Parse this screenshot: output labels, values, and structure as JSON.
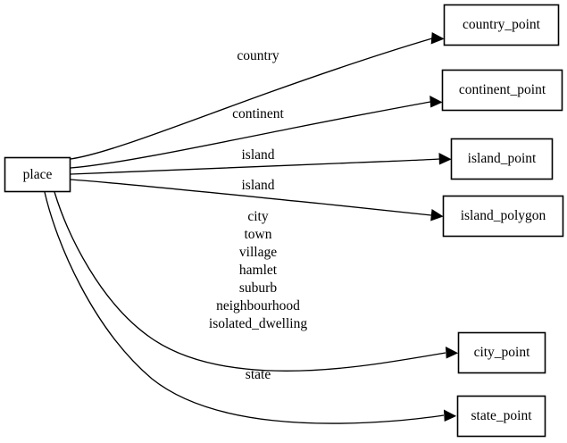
{
  "diagram": {
    "type": "directed-graph",
    "title": "place",
    "background_color": "#ffffff",
    "line_color": "#000000",
    "text_color": "#000000",
    "source_node": {
      "id": "place",
      "label": "place",
      "shape": "box"
    },
    "target_nodes": [
      {
        "id": "country_point",
        "label": "country_point",
        "shape": "box"
      },
      {
        "id": "continent_point",
        "label": "continent_point",
        "shape": "box"
      },
      {
        "id": "island_point",
        "label": "island_point",
        "shape": "box"
      },
      {
        "id": "island_polygon",
        "label": "island_polygon",
        "shape": "box"
      },
      {
        "id": "city_point",
        "label": "city_point",
        "shape": "box"
      },
      {
        "id": "state_point",
        "label": "state_point",
        "shape": "box"
      }
    ],
    "edges": [
      {
        "from": "place",
        "to": "country_point",
        "label": "country"
      },
      {
        "from": "place",
        "to": "continent_point",
        "label": "continent"
      },
      {
        "from": "place",
        "to": "island_point",
        "label": "island"
      },
      {
        "from": "place",
        "to": "island_polygon",
        "label": "island"
      },
      {
        "from": "place",
        "to": "city_point",
        "label": "city\ntown\nvillage\nhamlet\nsuburb\nneighbourhood\nisolated_dwelling"
      },
      {
        "from": "place",
        "to": "state_point",
        "label": "state"
      }
    ],
    "edge_labels": {
      "country": "country",
      "continent": "continent",
      "island_a": "island",
      "island_b": "island",
      "place_kinds": [
        "city",
        "town",
        "village",
        "hamlet",
        "suburb",
        "neighbourhood",
        "isolated_dwelling"
      ],
      "state": "state"
    }
  }
}
